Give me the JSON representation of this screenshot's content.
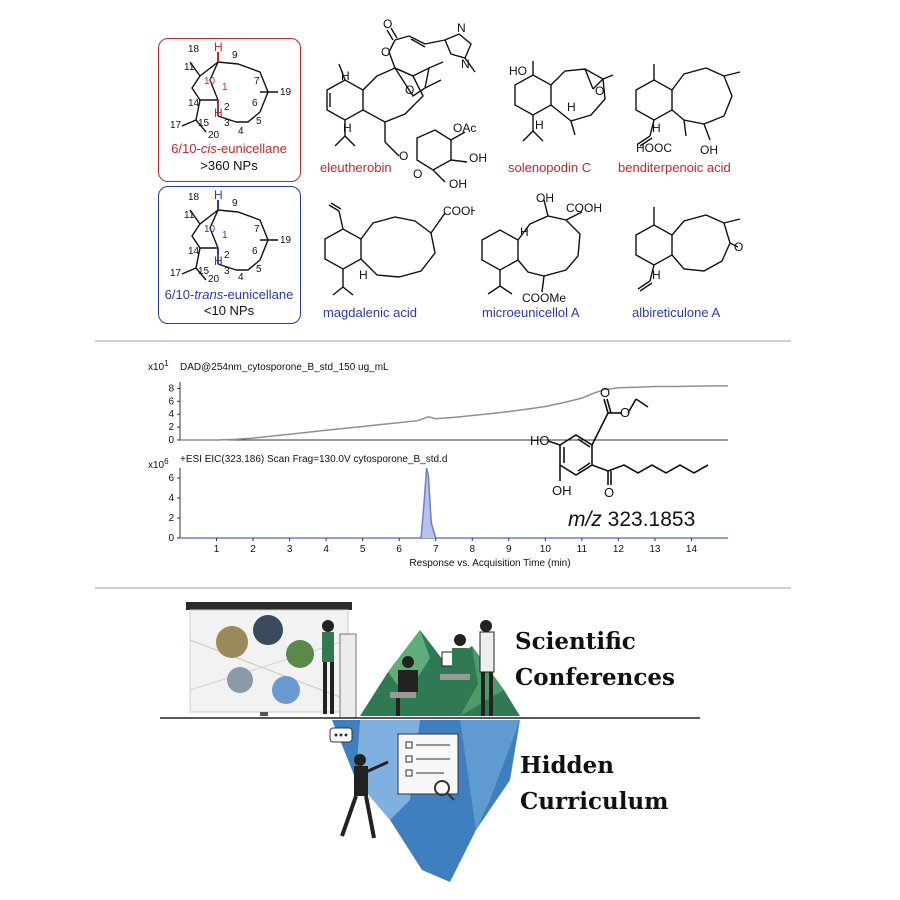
{
  "panel_top": {
    "cis_box": {
      "title_prefix": "6/10-",
      "title_italic": "cis",
      "title_suffix": "-eunicellane",
      "count": ">360 NPs",
      "atoms": [
        "18",
        "11",
        "9",
        "10",
        "1",
        "7",
        "19",
        "2",
        "6",
        "14",
        "5",
        "17",
        "15",
        "3",
        "20",
        "4"
      ],
      "h_labels": [
        "H",
        "H"
      ]
    },
    "trans_box": {
      "title_prefix": "6/10-",
      "title_italic": "trans",
      "title_suffix": "-eunicellane",
      "count": "<10 NPs",
      "atoms": [
        "18",
        "11",
        "9",
        "10",
        "1",
        "7",
        "19",
        "2",
        "6",
        "14",
        "5",
        "17",
        "15",
        "3",
        "20",
        "4"
      ],
      "h_labels": [
        "H",
        "H"
      ]
    },
    "compounds_red": [
      "eleutherobin",
      "solenopodin C",
      "benditerpenoic acid"
    ],
    "compounds_blue": [
      "magdalenic acid",
      "microeunicellol A",
      "albireticulone A"
    ],
    "groups": {
      "oac": "OAc",
      "oh": "OH",
      "h": "H",
      "ho": "HO",
      "o": "O",
      "n": "N",
      "hooc": "HOOC",
      "cooh": "COOH",
      "coome": "COOMe"
    },
    "colors": {
      "red": "#c0282d",
      "blue": "#2b3aa8"
    }
  },
  "panel_middle": {
    "mz_prefix": "m/z",
    "mz_value": "323.1853",
    "structure_labels": {
      "ho": "HO",
      "oh": "OH",
      "o1": "O",
      "o2": "O",
      "o3": "O"
    }
  },
  "chart_data": [
    {
      "type": "line",
      "title": "DAD@254nm_cytosporone_B_std_150 ug_mL",
      "y_multiplier": "x10",
      "y_exp": "1",
      "y_ticks": [
        "8",
        "6",
        "4",
        "2",
        "0"
      ],
      "ylim": [
        0,
        9
      ],
      "xlim": [
        0,
        15
      ],
      "series": [
        {
          "x": [
            0,
            0.5,
            1,
            1.5,
            2,
            2.5,
            3,
            3.5,
            4,
            4.5,
            5,
            5.5,
            6,
            6.5,
            6.8,
            7,
            7.5,
            8,
            8.5,
            9,
            9.5,
            10,
            10.5,
            11,
            11.3,
            11.6,
            12,
            12.5,
            13,
            13.5,
            14,
            14.5,
            15
          ],
          "y": [
            0,
            0,
            0,
            0.1,
            0.3,
            0.6,
            0.9,
            1.2,
            1.5,
            1.8,
            2.1,
            2.4,
            2.7,
            3.0,
            3.6,
            3.3,
            3.5,
            3.8,
            4.1,
            4.4,
            4.8,
            5.2,
            5.8,
            6.5,
            7.2,
            7.8,
            8.1,
            8.2,
            8.3,
            8.3,
            8.35,
            8.4,
            8.4
          ]
        }
      ]
    },
    {
      "type": "line",
      "title": "+ESI EIC(323.186) Scan Frag=130.0V cytosporone_B_std.d",
      "y_multiplier": "x10",
      "y_exp": "6",
      "y_ticks": [
        "6",
        "4",
        "2",
        "0"
      ],
      "ylim": [
        0,
        7
      ],
      "xlim": [
        0,
        15
      ],
      "xlabel": "Response vs. Acquisition Time (min)",
      "x_ticks": [
        "1",
        "2",
        "3",
        "4",
        "5",
        "6",
        "7",
        "8",
        "9",
        "10",
        "11",
        "12",
        "13",
        "14"
      ],
      "series": [
        {
          "x": [
            0,
            6.6,
            6.68,
            6.75,
            6.8,
            6.88,
            7.0,
            15
          ],
          "y": [
            0,
            0,
            3.5,
            7.0,
            6.2,
            1.5,
            0,
            0
          ]
        }
      ]
    }
  ],
  "panel_bottom": {
    "line1a": "Scientific",
    "line1b": "Conferences",
    "line2a": "Hidden",
    "line2b": "Curriculum"
  }
}
